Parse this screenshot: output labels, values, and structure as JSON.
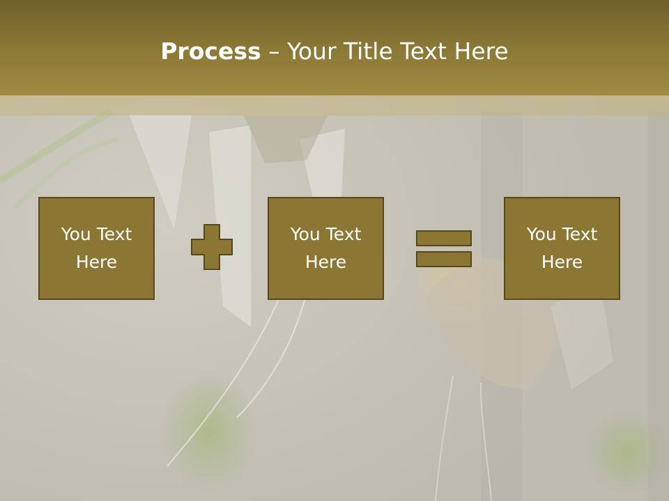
{
  "slide": {
    "title_bold": "Process",
    "title_rest": " – Your Title Text Here",
    "boxes": [
      {
        "text": "You Text Here"
      },
      {
        "text": "You Text Here"
      },
      {
        "text": "You Text Here"
      }
    ],
    "operators": [
      "plus-icon",
      "equals-icon"
    ]
  },
  "colors": {
    "header": "#8d7a37",
    "box_fill": "#8b7633",
    "box_border": "#56481c",
    "text": "#ffffff",
    "background": "#c9c6bc"
  }
}
